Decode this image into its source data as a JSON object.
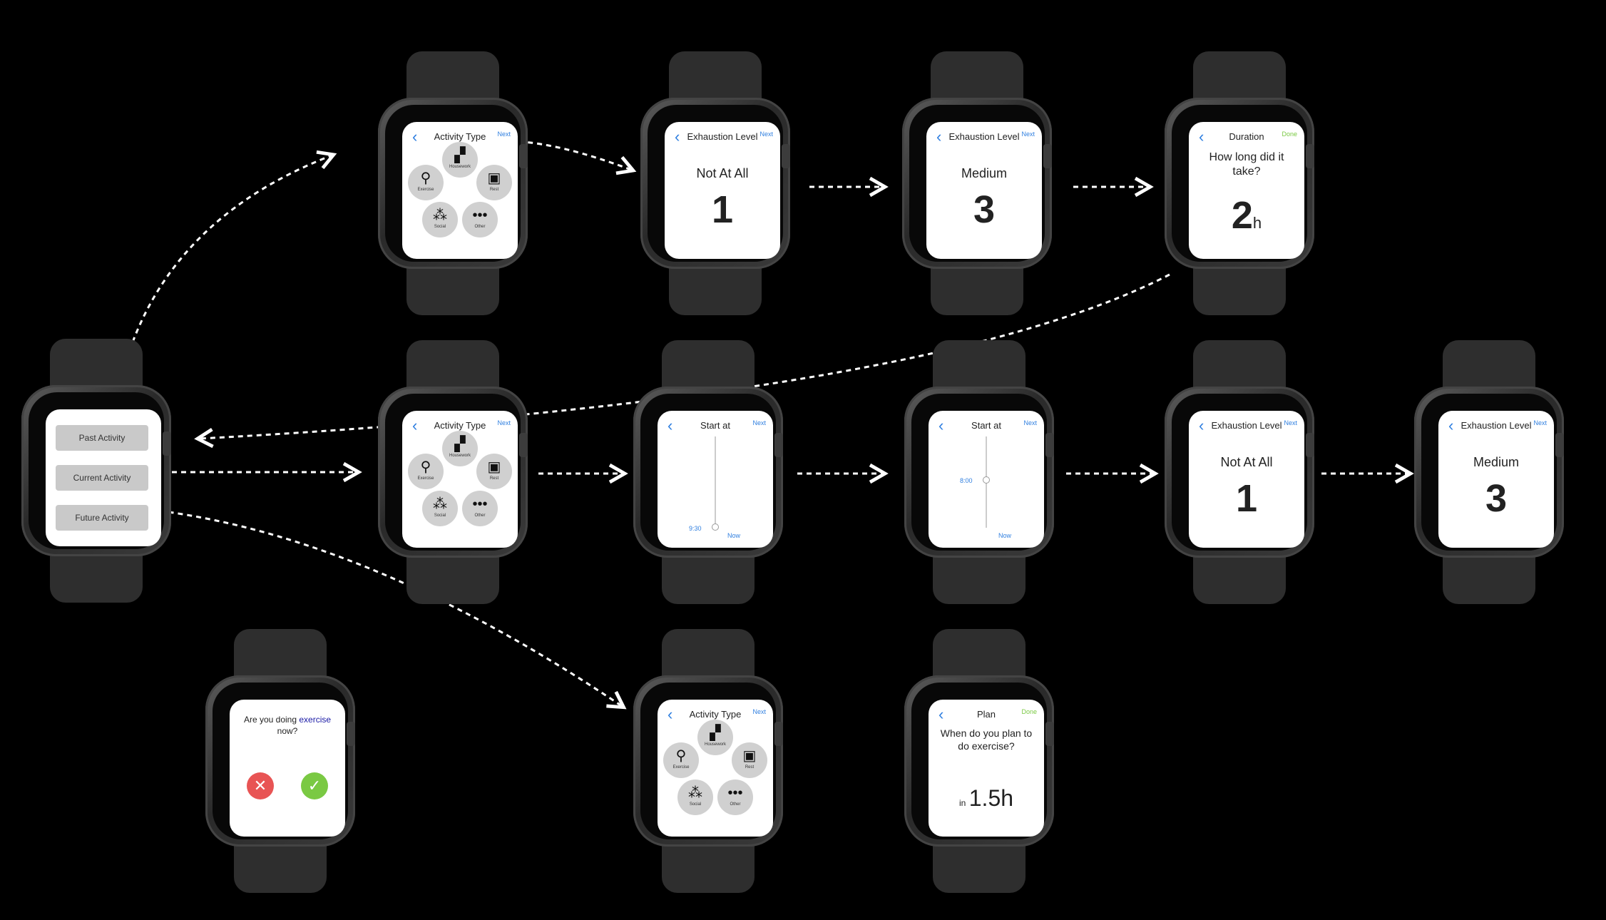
{
  "common": {
    "next": "Next",
    "done": "Done",
    "back_glyph": "‹"
  },
  "main_menu": {
    "past": "Past Activity",
    "current": "Current Activity",
    "future": "Future Activity"
  },
  "activity_type": {
    "title": "Activity Type",
    "items": {
      "housework": "Housework",
      "rest": "Rest",
      "exercise": "Exercise",
      "social": "Social",
      "other": "Other"
    }
  },
  "exhaustion": {
    "title": "Exhaustion Level",
    "low_label": "Not At All",
    "low_value": "1",
    "mid_label": "Medium",
    "mid_value": "3"
  },
  "duration": {
    "title": "Duration",
    "question": "How long did it take?",
    "value": "2",
    "unit": "h"
  },
  "start_at": {
    "title": "Start at",
    "time_a": "9:30",
    "time_b": "8:00",
    "now": "Now"
  },
  "prompt": {
    "question_pre": "Are you doing",
    "question_highlight": "exercise",
    "question_post": "now?",
    "no_glyph": "✕",
    "yes_glyph": "✓"
  },
  "plan": {
    "title": "Plan",
    "question": "When do you plan to do exercise?",
    "prefix": "in",
    "value": "1.5h"
  },
  "colors": {
    "link": "#2f7fe0",
    "done": "#7ac943",
    "no": "#e85454",
    "yes": "#7ac943",
    "highlight": "#1a1aa6"
  }
}
